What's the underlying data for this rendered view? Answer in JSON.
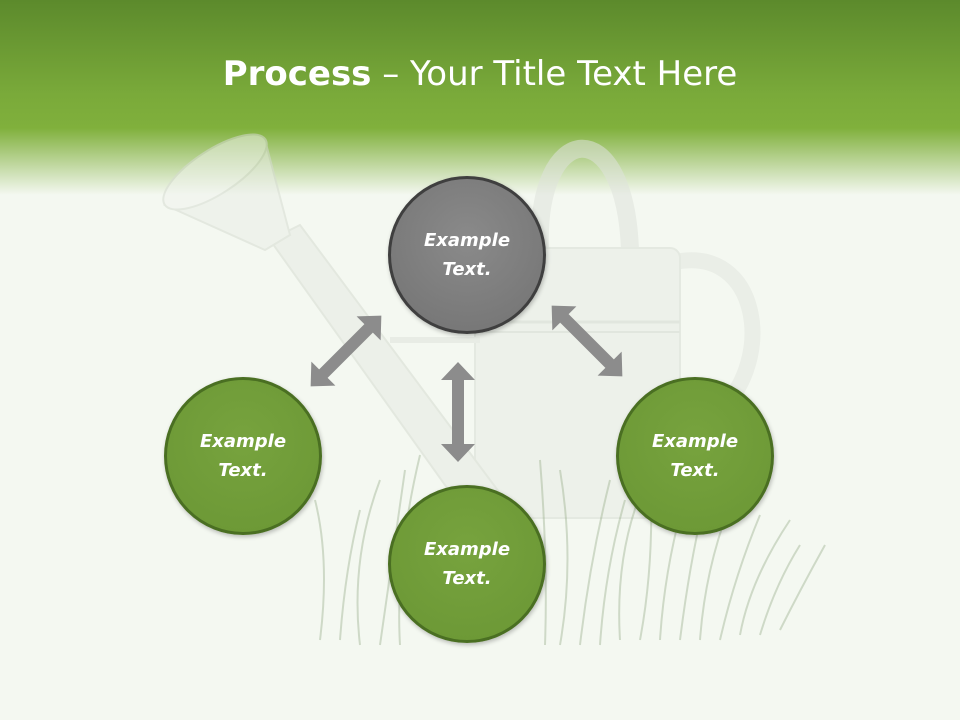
{
  "slide": {
    "title_bold": "Process",
    "title_rest": " – Your Title Text Here"
  },
  "nodes": {
    "top": "Example Text.",
    "left": "Example Text.",
    "bottom": "Example Text.",
    "right": "Example Text."
  },
  "colors": {
    "header_green": "#7aaa3a",
    "node_gray": "#7f7f7f",
    "node_green": "#6f9b38",
    "arrow_gray": "#8c8c8c"
  }
}
